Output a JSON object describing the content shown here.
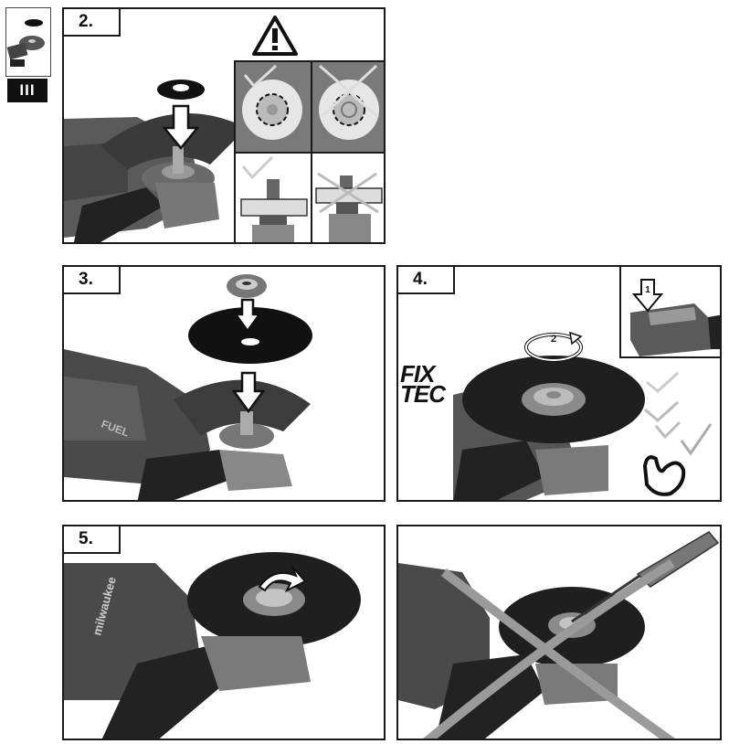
{
  "side_tab": {
    "roman_label": "III"
  },
  "panels": [
    {
      "id": "step-2",
      "step_label": "2."
    },
    {
      "id": "step-3",
      "step_label": "3."
    },
    {
      "id": "step-4",
      "step_label": "4."
    },
    {
      "id": "step-5",
      "step_label": "5."
    },
    {
      "id": "wrong-use",
      "step_label": ""
    }
  ],
  "fixtec": {
    "line1": "FIX",
    "line2": "TEC"
  },
  "tool_brand_text": "milwaukee",
  "tool_model_text": "FUEL",
  "step4_rotation_marker": "2",
  "step4_inset_marker": "1",
  "icons": [
    "warning-triangle-icon",
    "check-icon",
    "cross-icon",
    "arrow-down-icon",
    "rotate-arrow-icon",
    "strong-arm-icon",
    "screwdriver-icon"
  ],
  "colors": {
    "ink": "#1a1a1a",
    "grey_dark": "#3a3a3a",
    "grey_mid": "#8a8a8a",
    "grey_light": "#cfcfcf",
    "inset_bg": "#7a7a7a"
  }
}
